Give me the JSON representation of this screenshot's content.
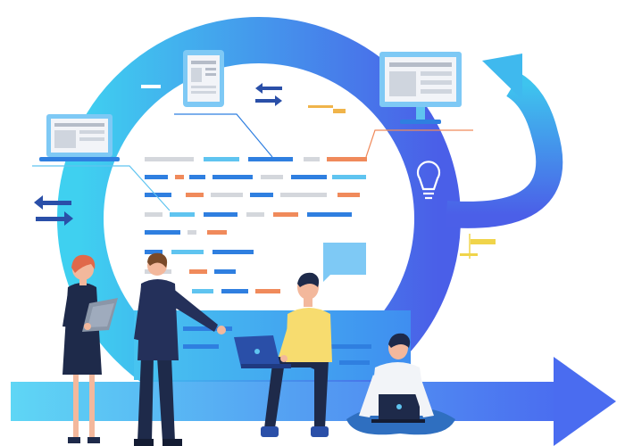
{
  "illustration": {
    "colors": {
      "ring_light": "#45c8ef",
      "ring_dark": "#3f5fe8",
      "arrow_light": "#5fd0f3",
      "arrow_dark": "#4a6ef0",
      "code_blue": "#2f7fe0",
      "code_orange": "#f08a5b",
      "code_gray": "#d4d7dc",
      "navy": "#1e2a4a",
      "shirt_yellow": "#f7dc6f",
      "skin": "#f3b89c",
      "hair_red": "#e0694a"
    },
    "icons": [
      "laptop-icon",
      "tablet-icon",
      "monitor-icon",
      "lightbulb-icon",
      "swap-arrows-icon",
      "chat-bubble-icon",
      "sticky-note-icon"
    ],
    "people": [
      "woman-with-clipboard",
      "man-presenting",
      "man-with-laptop-sitting",
      "man-cross-legged-laptop"
    ]
  }
}
